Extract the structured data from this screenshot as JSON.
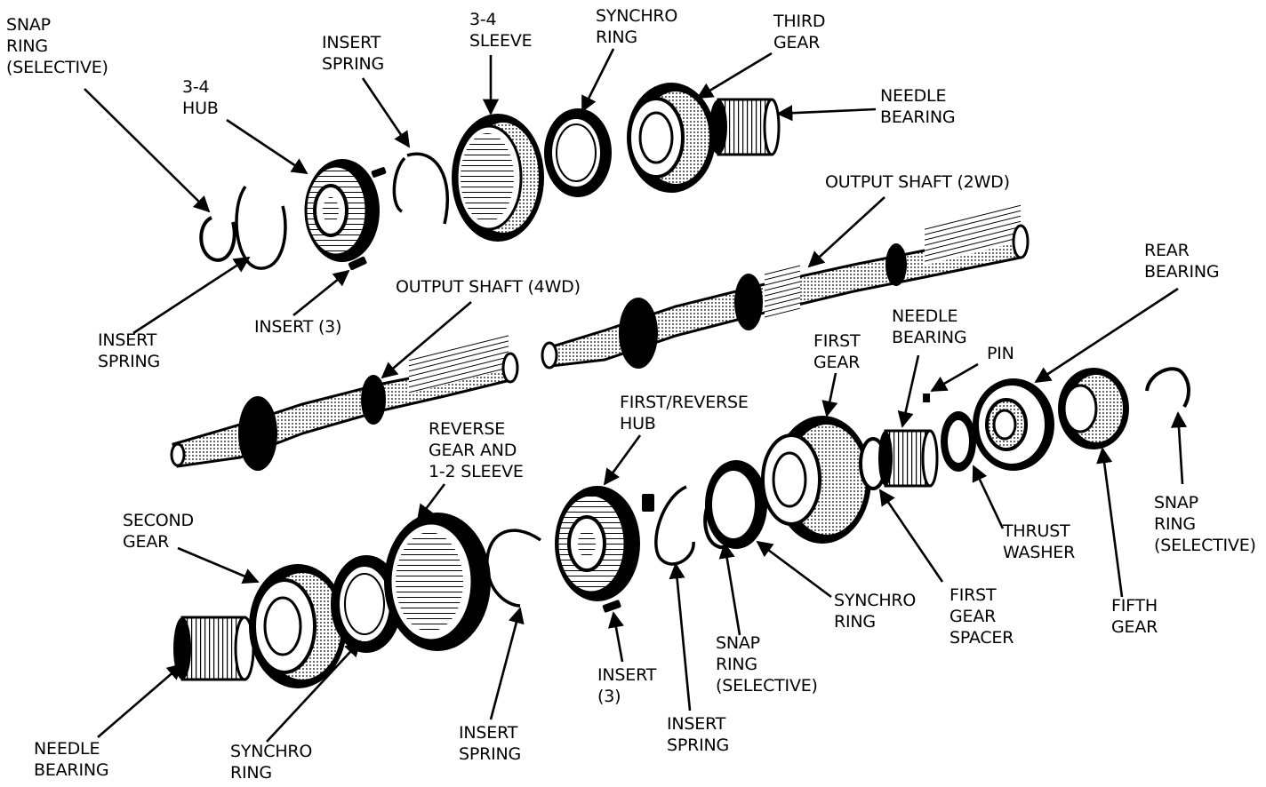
{
  "labels": {
    "snap_ring_top": [
      "SNAP",
      "RING",
      "(SELECTIVE)"
    ],
    "hub_34": [
      "3-4",
      "HUB"
    ],
    "insert_spring_top": [
      "INSERT",
      "SPRING"
    ],
    "sleeve_34": [
      "3-4",
      "SLEEVE"
    ],
    "synchro_ring_top": [
      "SYNCHRO",
      "RING"
    ],
    "third_gear": [
      "THIRD",
      "GEAR"
    ],
    "needle_bearing_top": [
      "NEEDLE",
      "BEARING"
    ],
    "output_shaft_2wd": [
      "OUTPUT SHAFT (2WD)"
    ],
    "output_shaft_4wd": [
      "OUTPUT SHAFT (4WD)"
    ],
    "insert_spring_left": [
      "INSERT",
      "SPRING"
    ],
    "insert_3_top": [
      "INSERT (3)"
    ],
    "rear_bearing": [
      "REAR",
      "BEARING"
    ],
    "needle_bearing_right": [
      "NEEDLE",
      "BEARING"
    ],
    "first_gear": [
      "FIRST",
      "GEAR"
    ],
    "pin": [
      "PIN"
    ],
    "first_reverse_hub": [
      "FIRST/REVERSE",
      "HUB"
    ],
    "reverse_gear_sleeve": [
      "REVERSE",
      "GEAR AND",
      "1-2 SLEEVE"
    ],
    "second_gear": [
      "SECOND",
      "GEAR"
    ],
    "thrust_washer": [
      "THRUST",
      "WASHER"
    ],
    "snap_ring_right": [
      "SNAP",
      "RING",
      "(SELECTIVE)"
    ],
    "synchro_ring_mid": [
      "SYNCHRO",
      "RING"
    ],
    "first_gear_spacer": [
      "FIRST",
      "GEAR",
      "SPACER"
    ],
    "fifth_gear": [
      "FIFTH",
      "GEAR"
    ],
    "snap_ring_bottom": [
      "SNAP",
      "RING",
      "(SELECTIVE)"
    ],
    "insert_3_bottom": [
      "INSERT",
      "(3)"
    ],
    "insert_spring_bottom_right": [
      "INSERT",
      "SPRING"
    ],
    "insert_spring_bottom_left": [
      "INSERT",
      "SPRING"
    ],
    "needle_bearing_bottom": [
      "NEEDLE",
      "BEARING"
    ],
    "synchro_ring_bottom": [
      "SYNCHRO",
      "RING"
    ]
  }
}
